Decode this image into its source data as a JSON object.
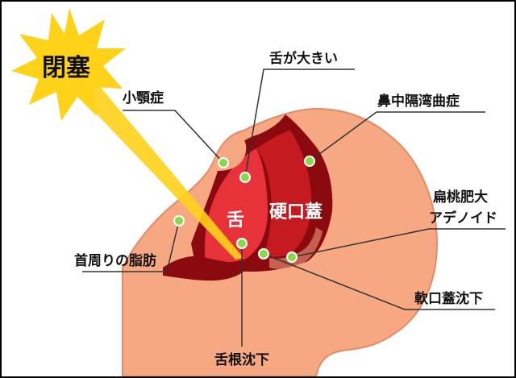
{
  "burst": {
    "text": "閉塞"
  },
  "labels": {
    "small_jaw": "小顎症",
    "big_tongue": "舌が大きい",
    "septum": "鼻中隔湾曲症",
    "tonsil_line1": "扁桃肥大",
    "tonsil_line2": "アデノイド",
    "neck_fat": "首周りの脂肪",
    "soft_palate": "軟口蓋沈下",
    "tongue_base": "舌根沈下"
  },
  "inner_labels": {
    "tongue": "舌",
    "hard_palate": "硬口蓋"
  },
  "colors": {
    "skin": "#f6a883",
    "skin_edge": "#e48a66",
    "dark_red": "#8b0a10",
    "mid_red": "#c41a20",
    "bright_red": "#e8323a",
    "burst_yellow": "#ffd21a",
    "marker_green": "#8ad84a"
  }
}
